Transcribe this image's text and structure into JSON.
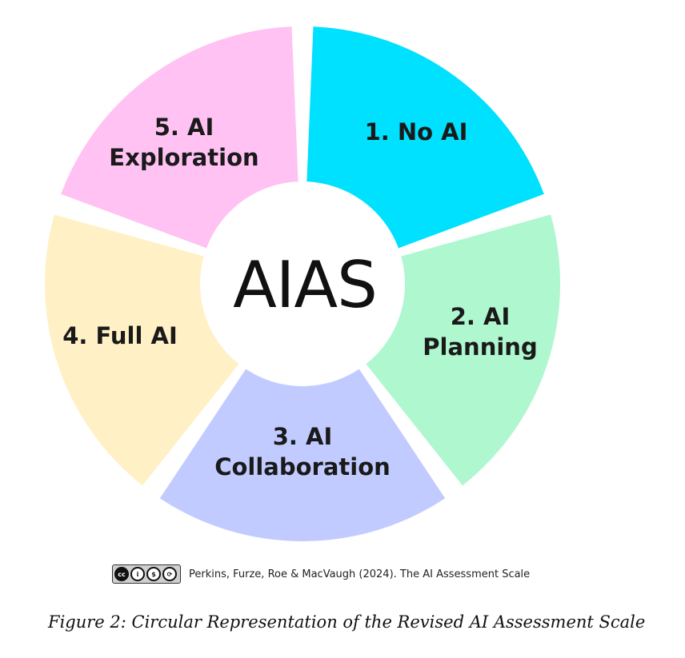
{
  "diagram": {
    "center_label": "AIAS",
    "segments": [
      {
        "id": "no-ai",
        "lines": [
          "1. No AI"
        ],
        "color": "#00e0ff"
      },
      {
        "id": "ai-planning",
        "lines": [
          "2. AI",
          "Planning"
        ],
        "color": "#aef7cf"
      },
      {
        "id": "ai-collaboration",
        "lines": [
          "3. AI",
          "Collaboration"
        ],
        "color": "#c2cbff"
      },
      {
        "id": "full-ai",
        "lines": [
          "4. Full AI"
        ],
        "color": "#fff1c5"
      },
      {
        "id": "ai-exploration",
        "lines": [
          "5. AI",
          "Exploration"
        ],
        "color": "#ffc2f3"
      }
    ]
  },
  "credit": {
    "license_icon": "cc-by-nc-sa-badge",
    "license_text": "BY NC SA",
    "text": "Perkins, Furze, Roe & MacVaugh (2024). The AI Assessment Scale"
  },
  "caption": "Figure 2: Circular Representation of the Revised AI Assessment Scale"
}
